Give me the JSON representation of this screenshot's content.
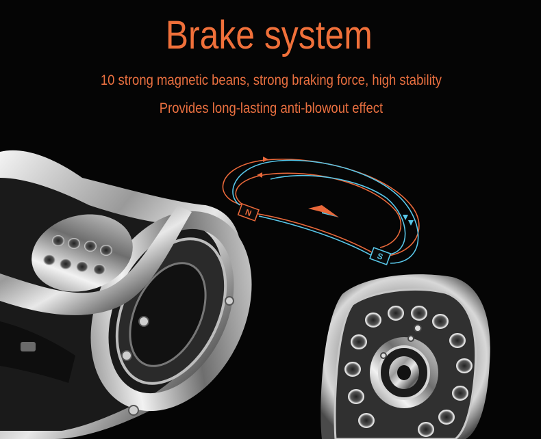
{
  "header": {
    "title": "Brake system",
    "subtitle_1": "10 strong magnetic beans, strong braking force, high stability",
    "subtitle_2": "Provides long-lasting anti-blowout effect"
  },
  "diagram": {
    "magnet_north_label": "N",
    "magnet_south_label": "S",
    "north_color": "#e8683a",
    "south_color": "#58c6e8"
  },
  "images": {
    "reel_body": "reel-frame-image",
    "spool_side_plate": "brake-side-plate-image"
  }
}
